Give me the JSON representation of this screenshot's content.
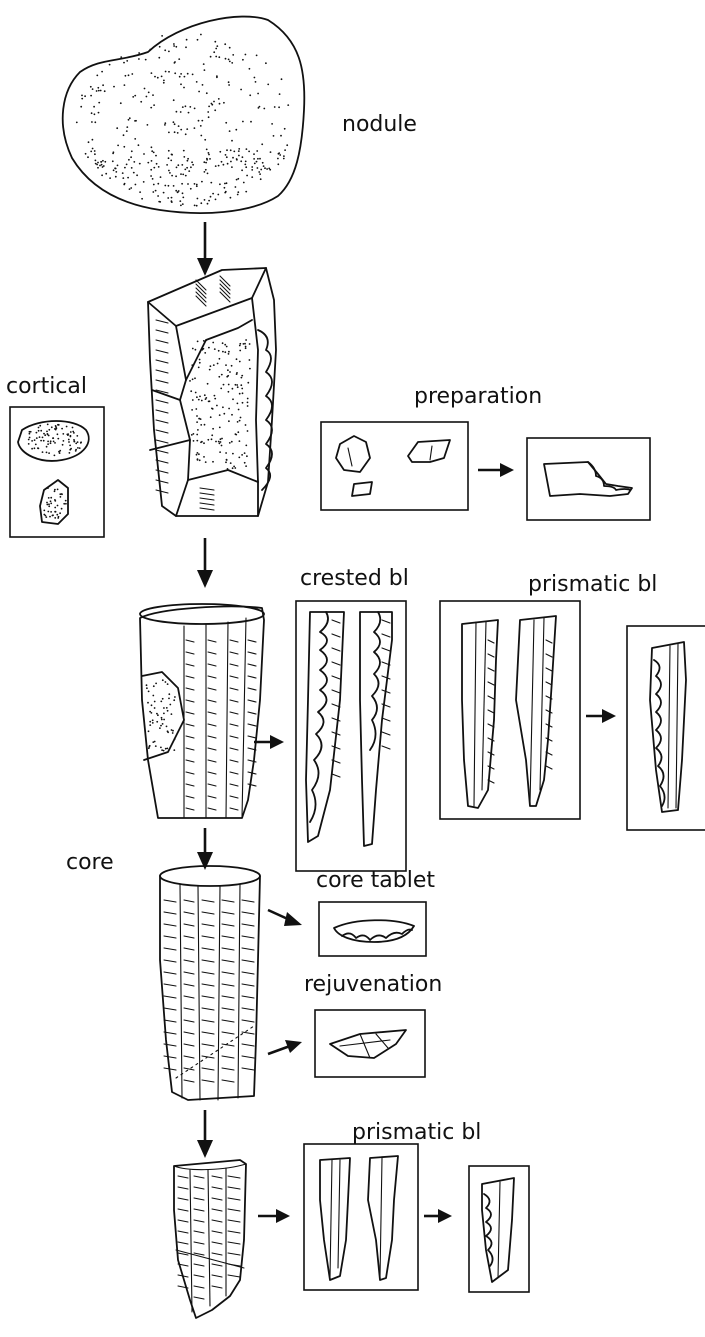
{
  "labels": {
    "nodule": "nodule",
    "cortical": "cortical",
    "preparation": "preparation",
    "crested_bl": "crested bl",
    "prismatic_bl_top": "prismatic bl",
    "core": "core",
    "core_tablet": "core tablet",
    "rejuvenation": "rejuvenation",
    "prismatic_bl_bottom": "prismatic bl"
  }
}
